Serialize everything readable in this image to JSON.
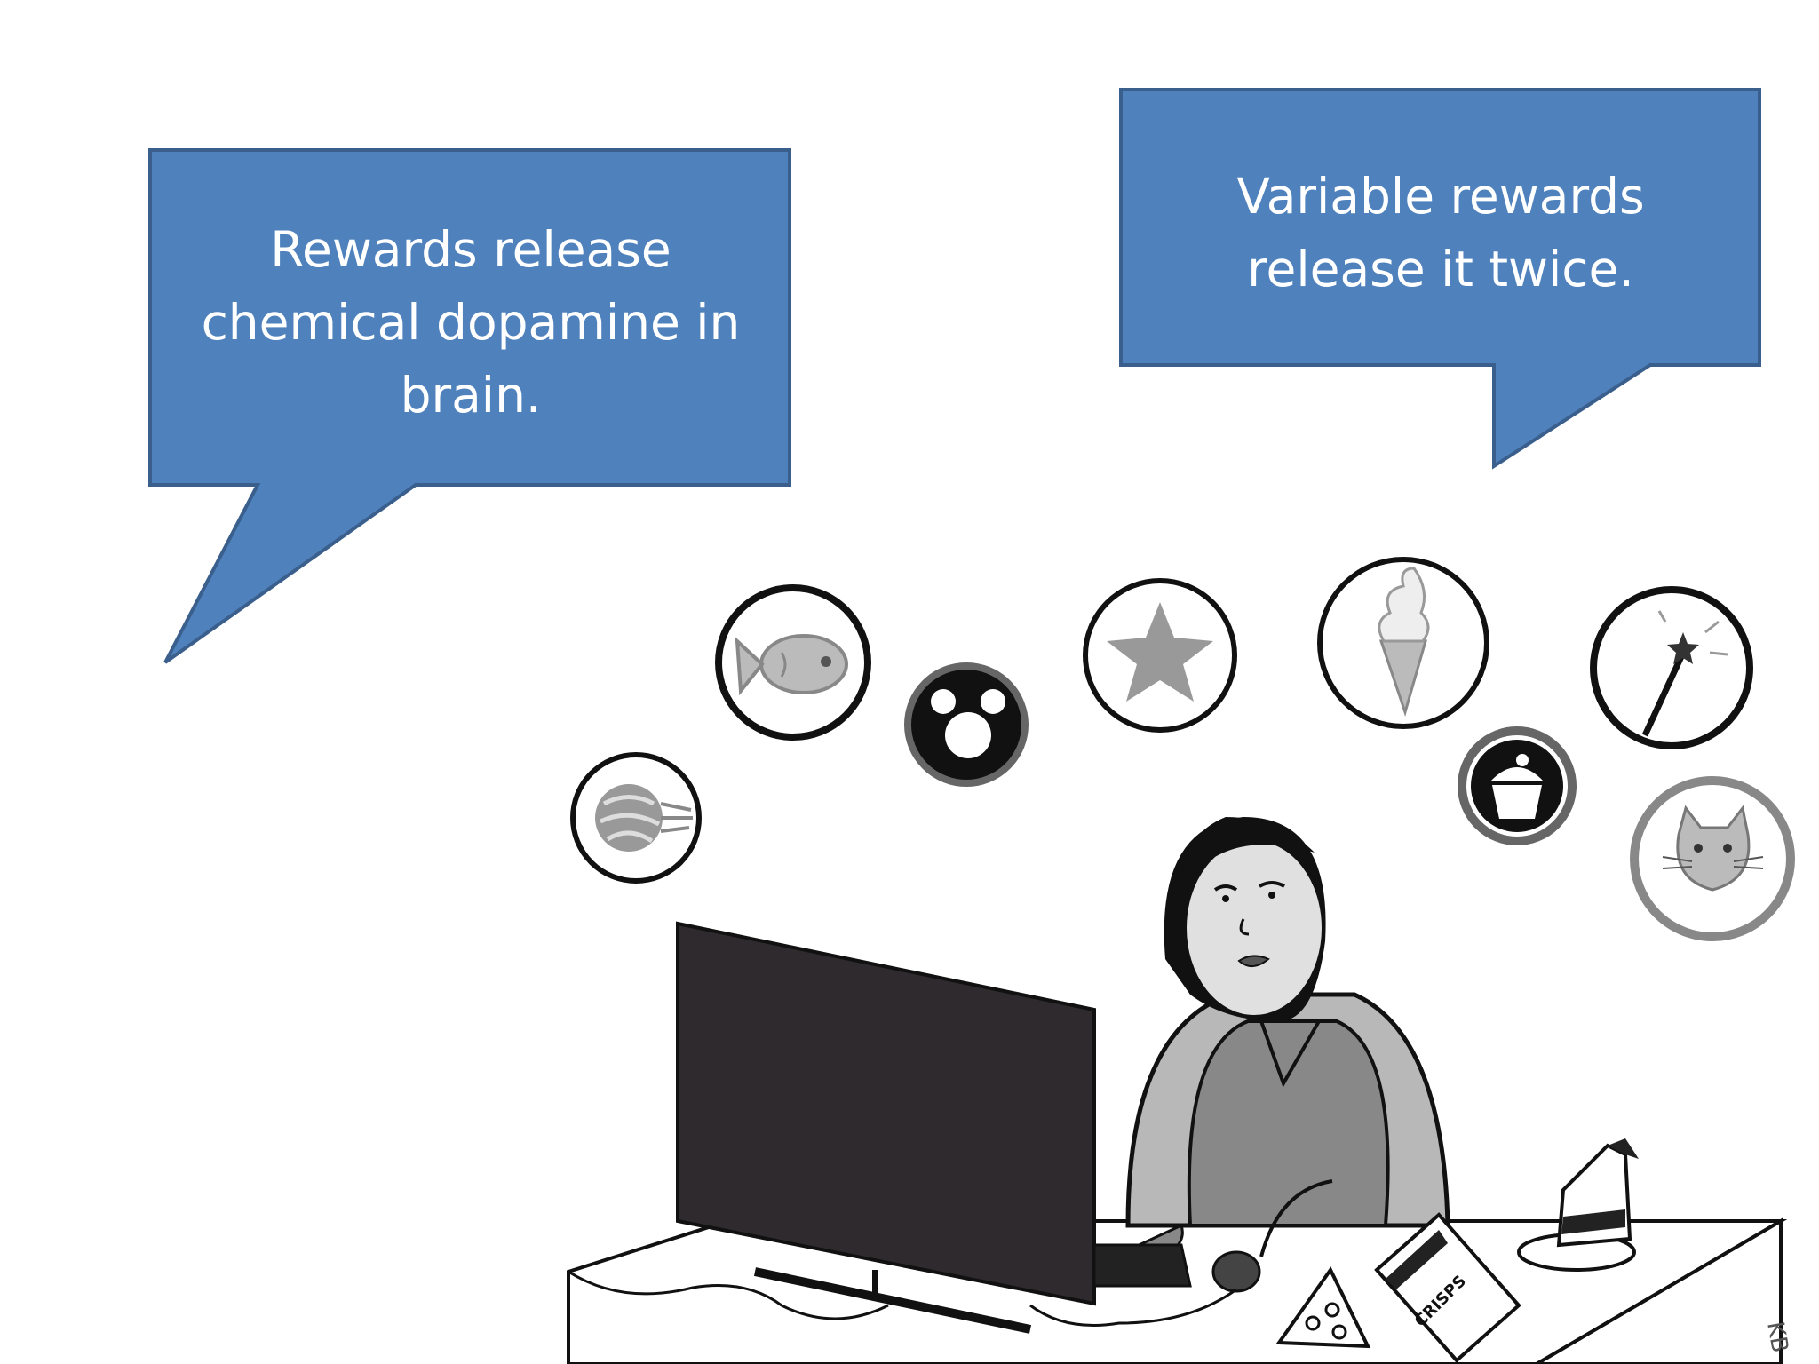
{
  "callouts": {
    "left": {
      "text": "Rewards release\nchemical dopamine in\nbrain."
    },
    "right": {
      "text": "Variable rewards\nrelease it twice."
    }
  },
  "colors": {
    "callout_fill": "#4f81bd",
    "callout_stroke": "#3a5f8c",
    "monitor": "#2e2a2d",
    "gray": "#8a8a8a"
  },
  "illustration": {
    "reward_icons": [
      "yarn-ball-icon",
      "fish-icon",
      "mouse-ears-icon",
      "star-icon",
      "ice-cream-icon",
      "cupcake-icon",
      "magic-wand-icon",
      "cat-icon"
    ],
    "desk_items": {
      "crisps_label": "CRISPS"
    },
    "signature": "KB"
  }
}
